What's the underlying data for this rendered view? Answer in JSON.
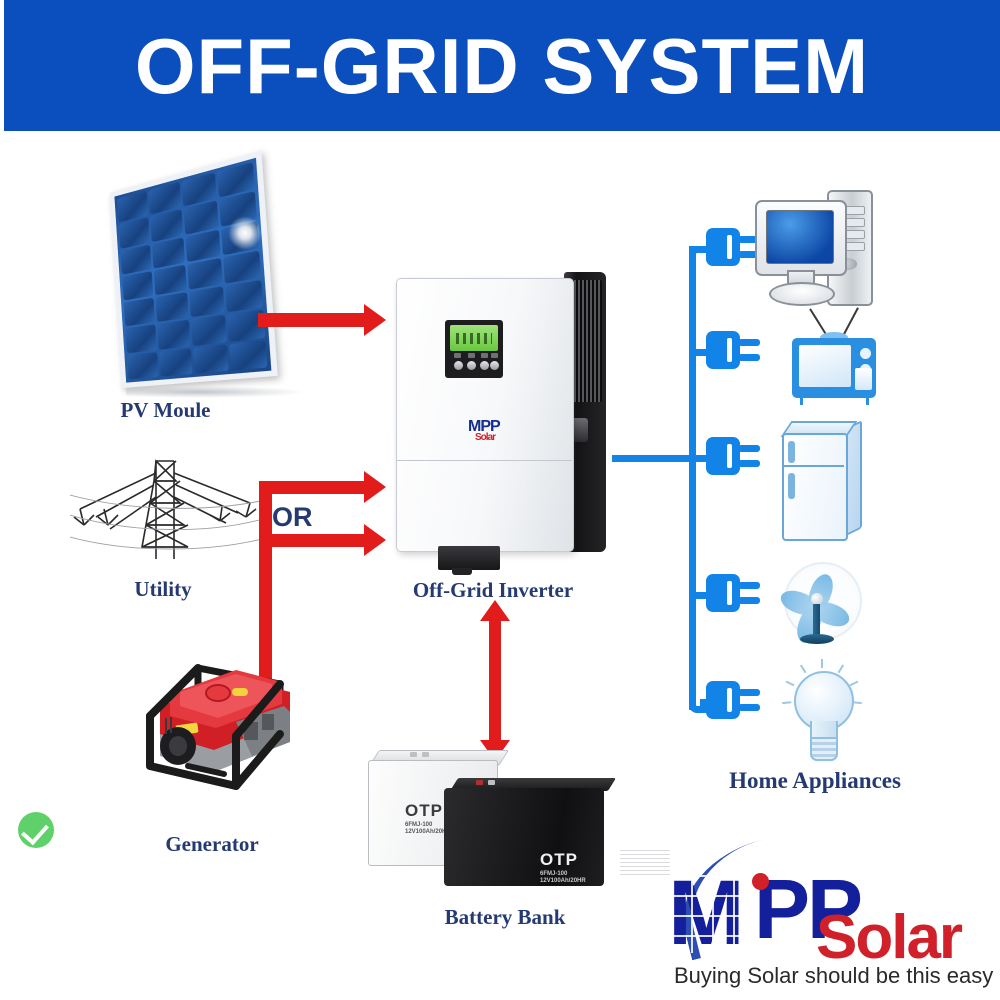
{
  "header": {
    "title": "OFF-GRID SYSTEM",
    "banner_color": "#0a4fbd",
    "title_color": "#ffffff"
  },
  "diagram": {
    "label_color": "#253a72",
    "power_arrow_color": "#e21b1b",
    "load_wire_color": "#1284e8",
    "nodes": [
      {
        "id": "pv",
        "label": "PV Moule",
        "icon": "solar-panel-icon"
      },
      {
        "id": "utility",
        "label": "Utility",
        "icon": "transmission-tower-icon"
      },
      {
        "id": "generator",
        "label": "Generator",
        "icon": "generator-icon"
      },
      {
        "id": "inverter",
        "label": "Off-Grid Inverter",
        "icon": "inverter-icon"
      },
      {
        "id": "battery",
        "label": "Battery Bank",
        "icon": "battery-icon"
      },
      {
        "id": "appliances",
        "label": "Home Appliances",
        "icon": "appliances-icon"
      }
    ],
    "connector_label": "OR",
    "status_icon": "green-check-icon",
    "status_color": "#5fd16a"
  },
  "inverter": {
    "brand_top": "MPP",
    "brand_bottom": "Solar",
    "display_icon": "lcd-screen-icon"
  },
  "battery": {
    "brand": "OTP",
    "model": "6FMJ-100",
    "sub": "12V100Ah/20HR"
  },
  "appliances": [
    {
      "id": "computer",
      "icon": "computer-icon",
      "plug_icon": "plug-icon"
    },
    {
      "id": "television",
      "icon": "tv-icon",
      "plug_icon": "plug-icon"
    },
    {
      "id": "refrigerator",
      "icon": "refrigerator-icon",
      "plug_icon": "plug-icon"
    },
    {
      "id": "fan",
      "icon": "fan-icon",
      "plug_icon": "plug-icon"
    },
    {
      "id": "lightbulb",
      "icon": "lightbulb-icon",
      "plug_icon": "plug-icon"
    }
  ],
  "logo": {
    "mark_m": "M",
    "mark_pp": "PP",
    "mark_solar": "Solar",
    "tagline": "Buying Solar should be this easy",
    "blue": "#14209b",
    "red": "#d0202a"
  }
}
